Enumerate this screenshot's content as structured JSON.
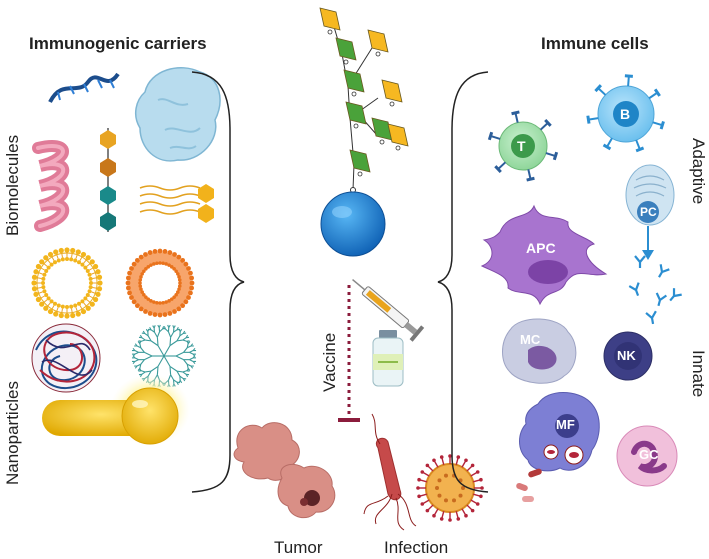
{
  "headings": {
    "left": "Immunogenic carriers",
    "right": "Immune cells"
  },
  "side_labels": {
    "biomolecules": "Biomolecules",
    "nanoparticles": "Nanoparticles",
    "adaptive": "Adaptive",
    "innate": "Innate",
    "vaccine": "Vaccine"
  },
  "cells": {
    "t": "T",
    "b": "B",
    "pc": "PC",
    "apc": "APC",
    "mc": "MC",
    "nk": "NK",
    "mf": "MF",
    "gc": "GC"
  },
  "targets": {
    "tumor": "Tumor",
    "infection": "Infection"
  },
  "colors": {
    "sugar_yellow": "#f6b821",
    "sugar_green": "#4aa23a",
    "carrier_blue": "#1f7bd0",
    "t_cell": "#7fcf8a",
    "b_cell": "#59b3e6",
    "apc": "#9a63c6",
    "nk": "#3d3f86",
    "gc": "#e39ac8",
    "vaccine_line": "#8b1c3c",
    "gold": "#f2c10d"
  }
}
